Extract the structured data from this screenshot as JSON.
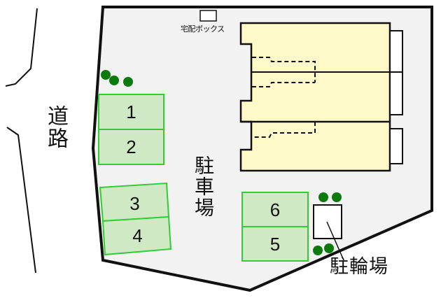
{
  "labels": {
    "road": "道路",
    "parking_lot": "駐車場",
    "delivery_box": "宅配ボックス",
    "bicycle_parking": "駐輪場"
  },
  "parking_spaces": [
    {
      "number": "1"
    },
    {
      "number": "2"
    },
    {
      "number": "3"
    },
    {
      "number": "4"
    },
    {
      "number": "6"
    },
    {
      "number": "5"
    }
  ],
  "colors": {
    "site_fill": "#f2f2f2",
    "building_fill": "#fff9cc",
    "parking_fill": "#cfe9c4",
    "parking_border": "#33cc33",
    "tree": "#0d7a0d",
    "outline": "#111111"
  }
}
